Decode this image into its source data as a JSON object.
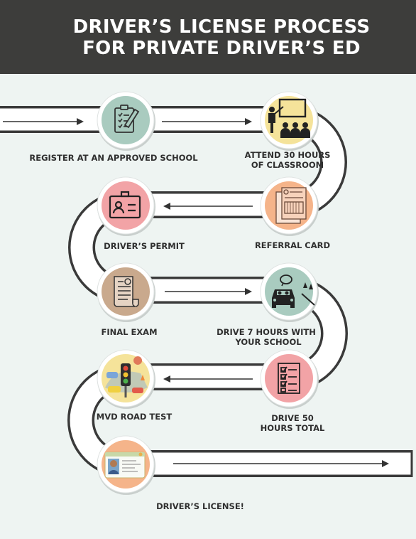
{
  "header": {
    "title_line1": "DRIVER’S LICENSE PROCESS",
    "title_line2": "FOR PRIVATE DRIVER’S ED"
  },
  "steps": [
    {
      "label_line1": "REGISTER AT AN APPROVED SCHOOL",
      "label_line2": "",
      "icon": "clipboard-checklist-icon",
      "color": "#a9cbbf"
    },
    {
      "label_line1": "ATTEND 30 HOURS",
      "label_line2": "OF CLASSROOM",
      "icon": "classroom-teacher-icon",
      "color": "#f5e39a"
    },
    {
      "label_line1": "REFERRAL CARD",
      "label_line2": "",
      "icon": "referral-card-icon",
      "color": "#f5b48a"
    },
    {
      "label_line1": "DRIVER’S PERMIT",
      "label_line2": "",
      "icon": "id-badge-icon",
      "color": "#f2a3a6"
    },
    {
      "label_line1": "FINAL EXAM",
      "label_line2": "",
      "icon": "exam-scroll-icon",
      "color": "#c9a98d"
    },
    {
      "label_line1": "DRIVE 7 HOURS WITH",
      "label_line2": "YOUR SCHOOL",
      "icon": "car-driving-icon",
      "color": "#a9cbbf"
    },
    {
      "label_line1": "DRIVE 50",
      "label_line2": "HOURS TOTAL",
      "icon": "checklist-icon",
      "color": "#f2a3a6"
    },
    {
      "label_line1": "MVD ROAD TEST",
      "label_line2": "",
      "icon": "traffic-light-icon",
      "color": "#f5e39a"
    },
    {
      "label_line1": "DRIVER’S LICENSE!",
      "label_line2": "",
      "icon": "license-card-icon",
      "color": "#f5b48a"
    }
  ]
}
